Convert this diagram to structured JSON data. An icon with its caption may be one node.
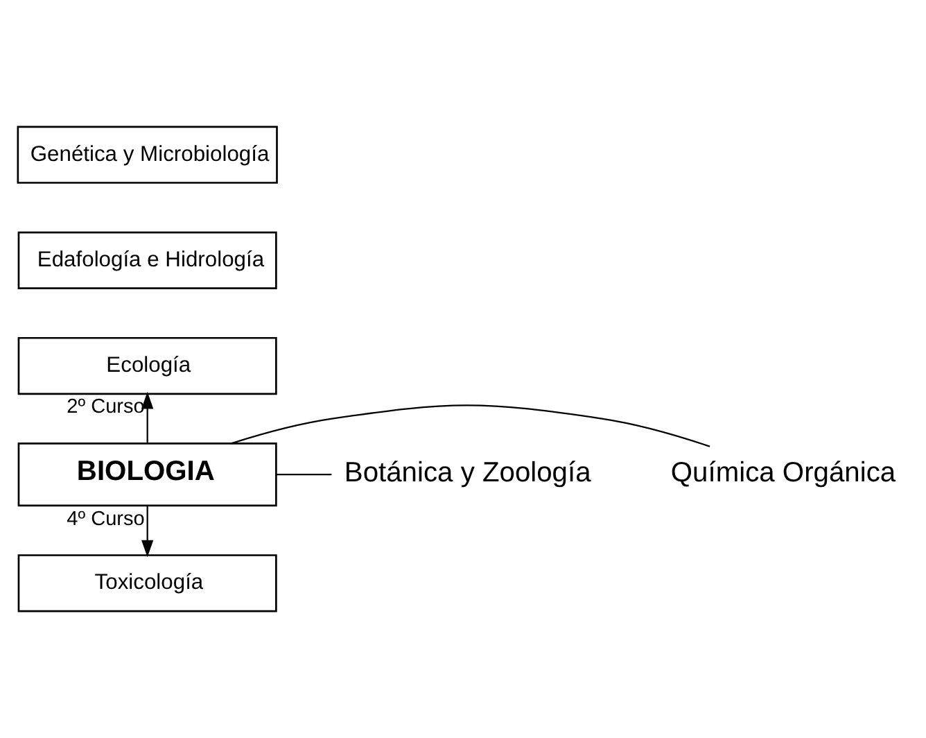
{
  "diagram": {
    "nodes": [
      {
        "text": [
          "Genética y Microbiología"
        ]
      },
      {
        "text": [
          "Edafología e Hidrología"
        ]
      },
      {
        "text": [
          "Ecología"
        ]
      },
      {
        "text": [
          "BIOLOGIA"
        ]
      },
      {
        "text": [
          "Toxicología"
        ]
      },
      {
        "text": [
          "Química Orgánica"
        ]
      },
      {
        "text": [
          "Botánica y Zoología"
        ]
      }
    ],
    "edges": [
      {
        "from": 3,
        "to": 2,
        "arrow": "to",
        "label": "2º Curso"
      },
      {
        "from": 3,
        "to": 4,
        "arrow": "to",
        "label": "4º Curso"
      },
      {
        "from": 3,
        "to": 5,
        "arrow": "none"
      },
      {
        "from": 3,
        "to": 6,
        "arrow": "none"
      }
    ]
  }
}
